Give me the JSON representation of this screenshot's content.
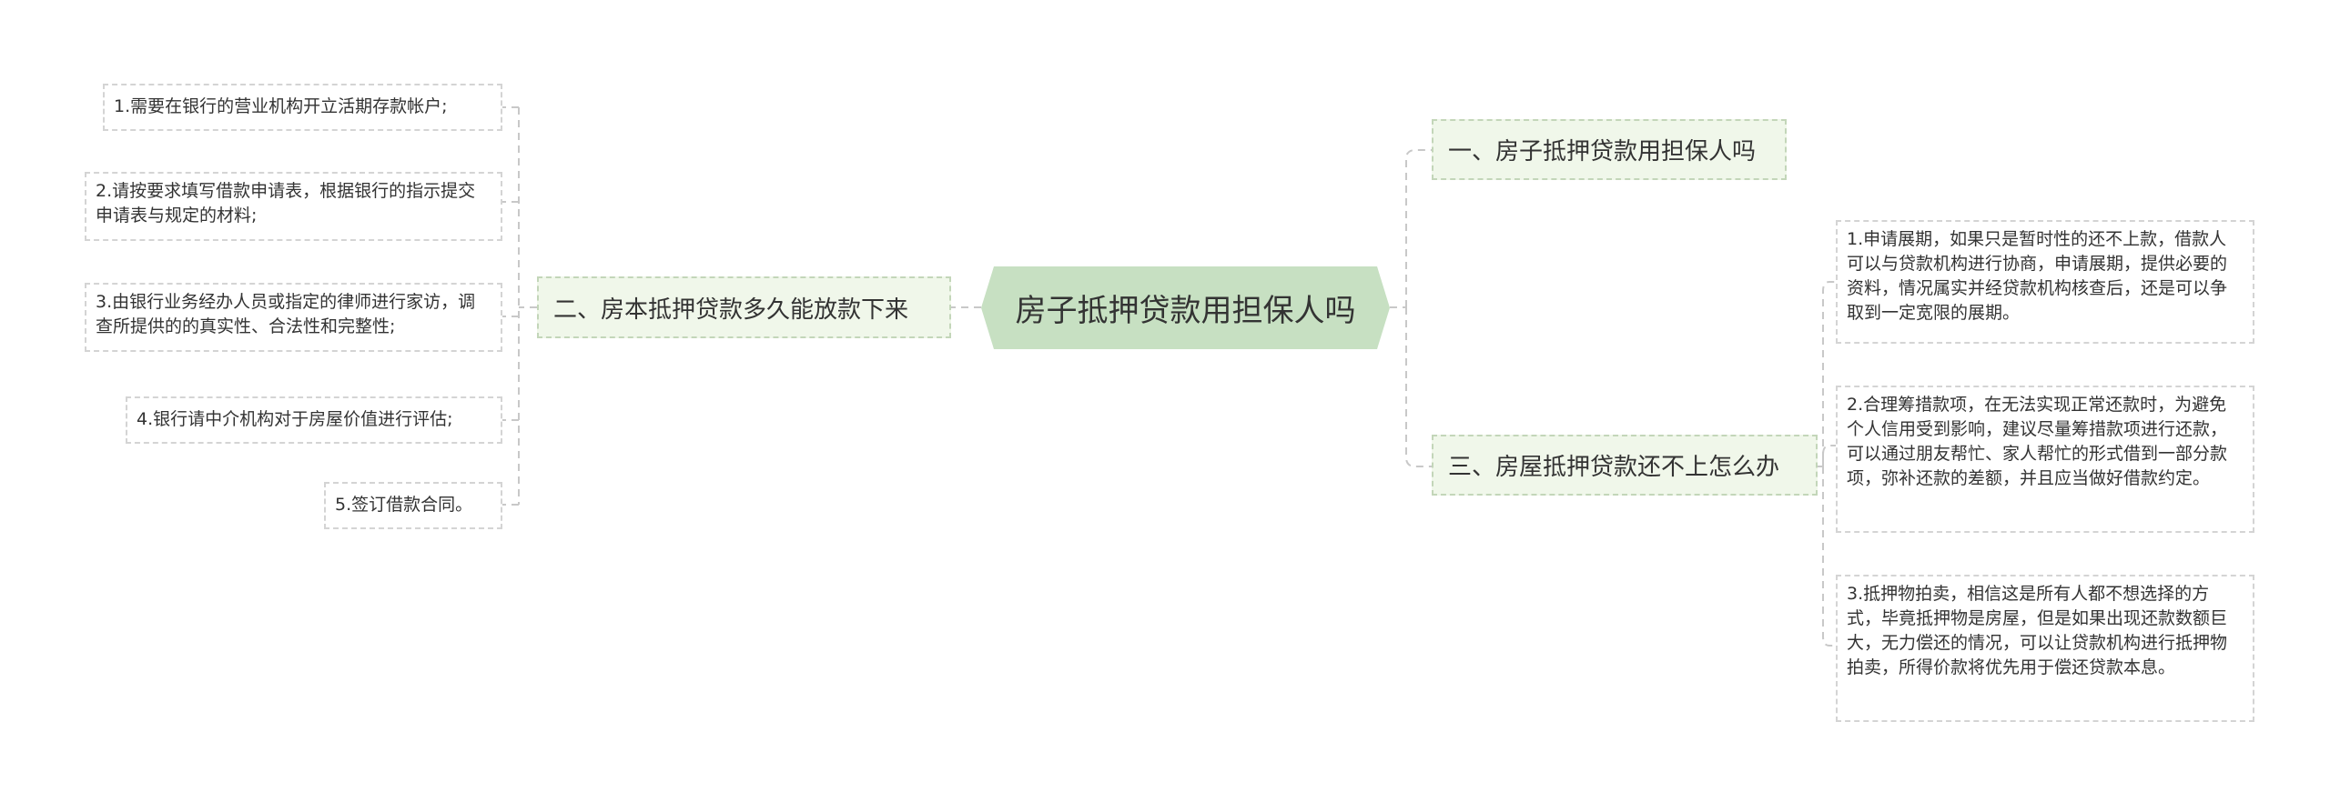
{
  "colors": {
    "central_fill": "#c7e0c2",
    "branch_fill": "#f0f7ea",
    "branch_border": "#c3d6b9",
    "leaf_border": "#d4d4d4",
    "connector": "#c8c8c8"
  },
  "central": {
    "label": "房子抵押贷款用担保人吗"
  },
  "right_branches": [
    {
      "label": "一、房子抵押贷款用担保人吗",
      "children": []
    },
    {
      "label": "三、房屋抵押贷款还不上怎么办",
      "children": [
        "1.申请展期，如果只是暂时性的还不上款，借款人可以与贷款机构进行协商，申请展期，提供必要的资料，情况属实并经贷款机构核查后，还是可以争取到一定宽限的展期。",
        "2.合理筹措款项，在无法实现正常还款时，为避免个人信用受到影响，建议尽量筹措款项进行还款，可以通过朋友帮忙、家人帮忙的形式借到一部分款项，弥补还款的差额，并且应当做好借款约定。",
        "3.抵押物拍卖，相信这是所有人都不想选择的方式，毕竟抵押物是房屋，但是如果出现还款数额巨大，无力偿还的情况，可以让贷款机构进行抵押物拍卖，所得价款将优先用于偿还贷款本息。"
      ]
    }
  ],
  "left_branches": [
    {
      "label": "二、房本抵押贷款多久能放款下来",
      "children": [
        "1.需要在银行的营业机构开立活期存款帐户;",
        "2.请按要求填写借款申请表，根据银行的指示提交申请表与规定的材料;",
        "3.由银行业务经办人员或指定的律师进行家访，调查所提供的的真实性、合法性和完整性;",
        "4.银行请中介机构对于房屋价值进行评估;",
        "5.签订借款合同。"
      ]
    }
  ]
}
